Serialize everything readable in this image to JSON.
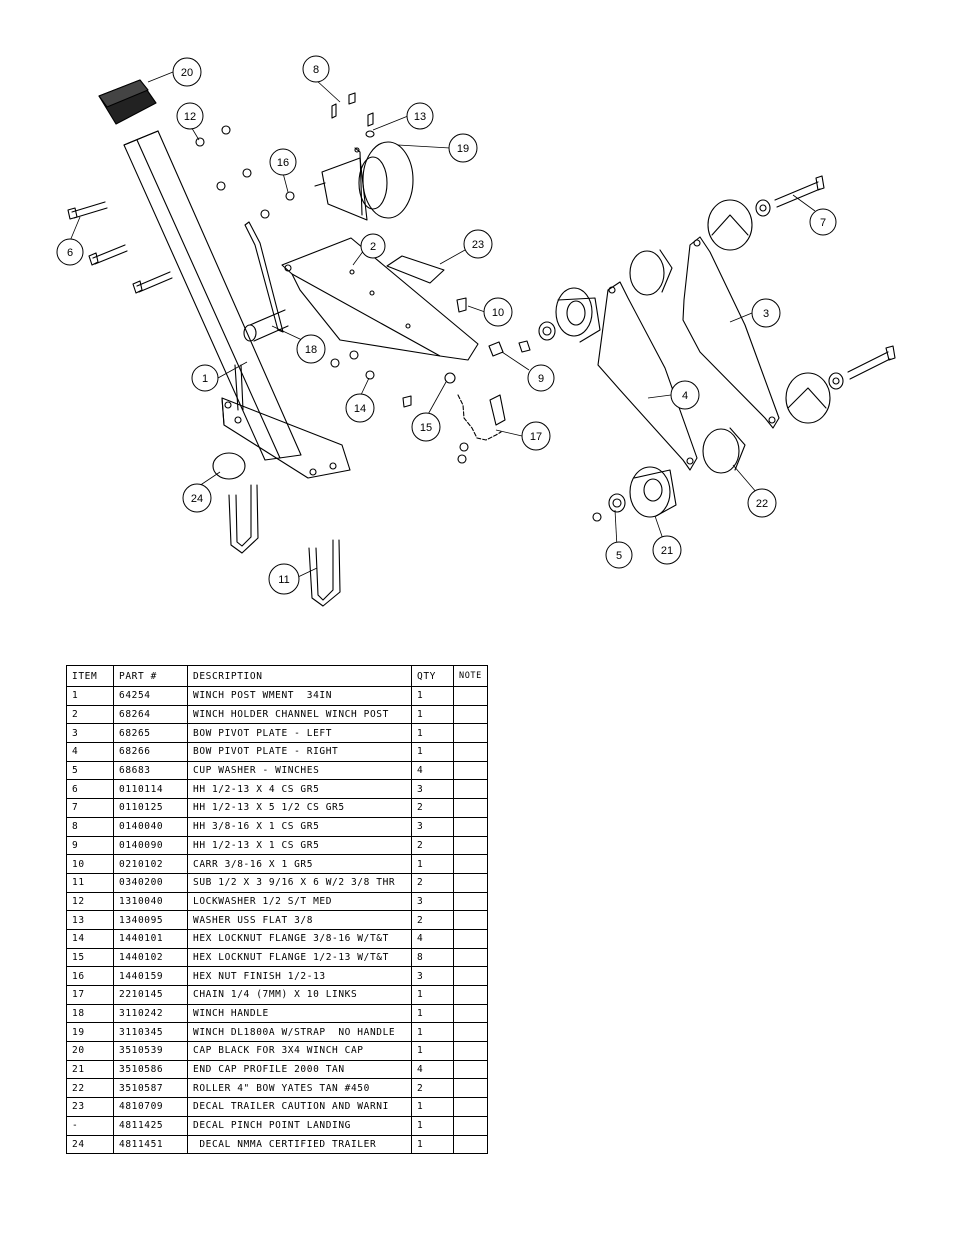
{
  "callouts": [
    "20",
    "8",
    "12",
    "13",
    "19",
    "16",
    "6",
    "2",
    "23",
    "7",
    "10",
    "3",
    "18",
    "9",
    "1",
    "4",
    "14",
    "15",
    "17",
    "24",
    "22",
    "5",
    "21",
    "11"
  ],
  "table": {
    "headers": [
      "ITEM",
      "PART #",
      "DESCRIPTION",
      "QTY",
      "NOTE"
    ],
    "rows": [
      {
        "item": "1",
        "part": "64254",
        "desc": "WINCH POST WMENT  34IN",
        "qty": "1",
        "note": ""
      },
      {
        "item": "2",
        "part": "68264",
        "desc": "WINCH HOLDER CHANNEL WINCH POST",
        "qty": "1",
        "note": ""
      },
      {
        "item": "3",
        "part": "68265",
        "desc": "BOW PIVOT PLATE - LEFT",
        "qty": "1",
        "note": ""
      },
      {
        "item": "4",
        "part": "68266",
        "desc": "BOW PIVOT PLATE - RIGHT",
        "qty": "1",
        "note": ""
      },
      {
        "item": "5",
        "part": "68683",
        "desc": "CUP WASHER - WINCHES",
        "qty": "4",
        "note": ""
      },
      {
        "item": "6",
        "part": "0110114",
        "desc": "HH 1/2-13 X 4 CS GR5",
        "qty": "3",
        "note": ""
      },
      {
        "item": "7",
        "part": "0110125",
        "desc": "HH 1/2-13 X 5 1/2 CS GR5",
        "qty": "2",
        "note": ""
      },
      {
        "item": "8",
        "part": "0140040",
        "desc": "HH 3/8-16 X 1 CS GR5",
        "qty": "3",
        "note": ""
      },
      {
        "item": "9",
        "part": "0140090",
        "desc": "HH 1/2-13 X 1 CS GR5",
        "qty": "2",
        "note": ""
      },
      {
        "item": "10",
        "part": "0210102",
        "desc": "CARR 3/8-16 X 1 GR5",
        "qty": "1",
        "note": ""
      },
      {
        "item": "11",
        "part": "0340200",
        "desc": "SUB 1/2 X 3 9/16 X 6 W/2 3/8 THR",
        "qty": "2",
        "note": ""
      },
      {
        "item": "12",
        "part": "1310040",
        "desc": "LOCKWASHER 1/2 S/T MED",
        "qty": "3",
        "note": ""
      },
      {
        "item": "13",
        "part": "1340095",
        "desc": "WASHER USS FLAT 3/8",
        "qty": "2",
        "note": ""
      },
      {
        "item": "14",
        "part": "1440101",
        "desc": "HEX LOCKNUT FLANGE 3/8-16 W/T&T",
        "qty": "4",
        "note": ""
      },
      {
        "item": "15",
        "part": "1440102",
        "desc": "HEX LOCKNUT FLANGE 1/2-13 W/T&T",
        "qty": "8",
        "note": ""
      },
      {
        "item": "16",
        "part": "1440159",
        "desc": "HEX NUT FINISH 1/2-13",
        "qty": "3",
        "note": ""
      },
      {
        "item": "17",
        "part": "2210145",
        "desc": "CHAIN 1/4 (7MM) X 10 LINKS",
        "qty": "1",
        "note": ""
      },
      {
        "item": "18",
        "part": "3110242",
        "desc": "WINCH HANDLE",
        "qty": "1",
        "note": ""
      },
      {
        "item": "19",
        "part": "3110345",
        "desc": "WINCH DL1800A W/STRAP  NO HANDLE",
        "qty": "1",
        "note": ""
      },
      {
        "item": "20",
        "part": "3510539",
        "desc": "CAP BLACK FOR 3X4 WINCH CAP",
        "qty": "1",
        "note": ""
      },
      {
        "item": "21",
        "part": "3510586",
        "desc": "END CAP PROFILE 2000 TAN",
        "qty": "4",
        "note": ""
      },
      {
        "item": "22",
        "part": "3510587",
        "desc": "ROLLER 4\" BOW YATES TAN #450",
        "qty": "2",
        "note": ""
      },
      {
        "item": "23",
        "part": "4810709",
        "desc": "DECAL TRAILER CAUTION AND WARNI",
        "qty": "1",
        "note": ""
      },
      {
        "item": "-",
        "part": "4811425",
        "desc": "DECAL PINCH POINT LANDING",
        "qty": "1",
        "note": ""
      },
      {
        "item": "24",
        "part": "4811451",
        "desc": " DECAL NMMA CERTIFIED TRAILER",
        "qty": "1",
        "note": ""
      }
    ]
  }
}
